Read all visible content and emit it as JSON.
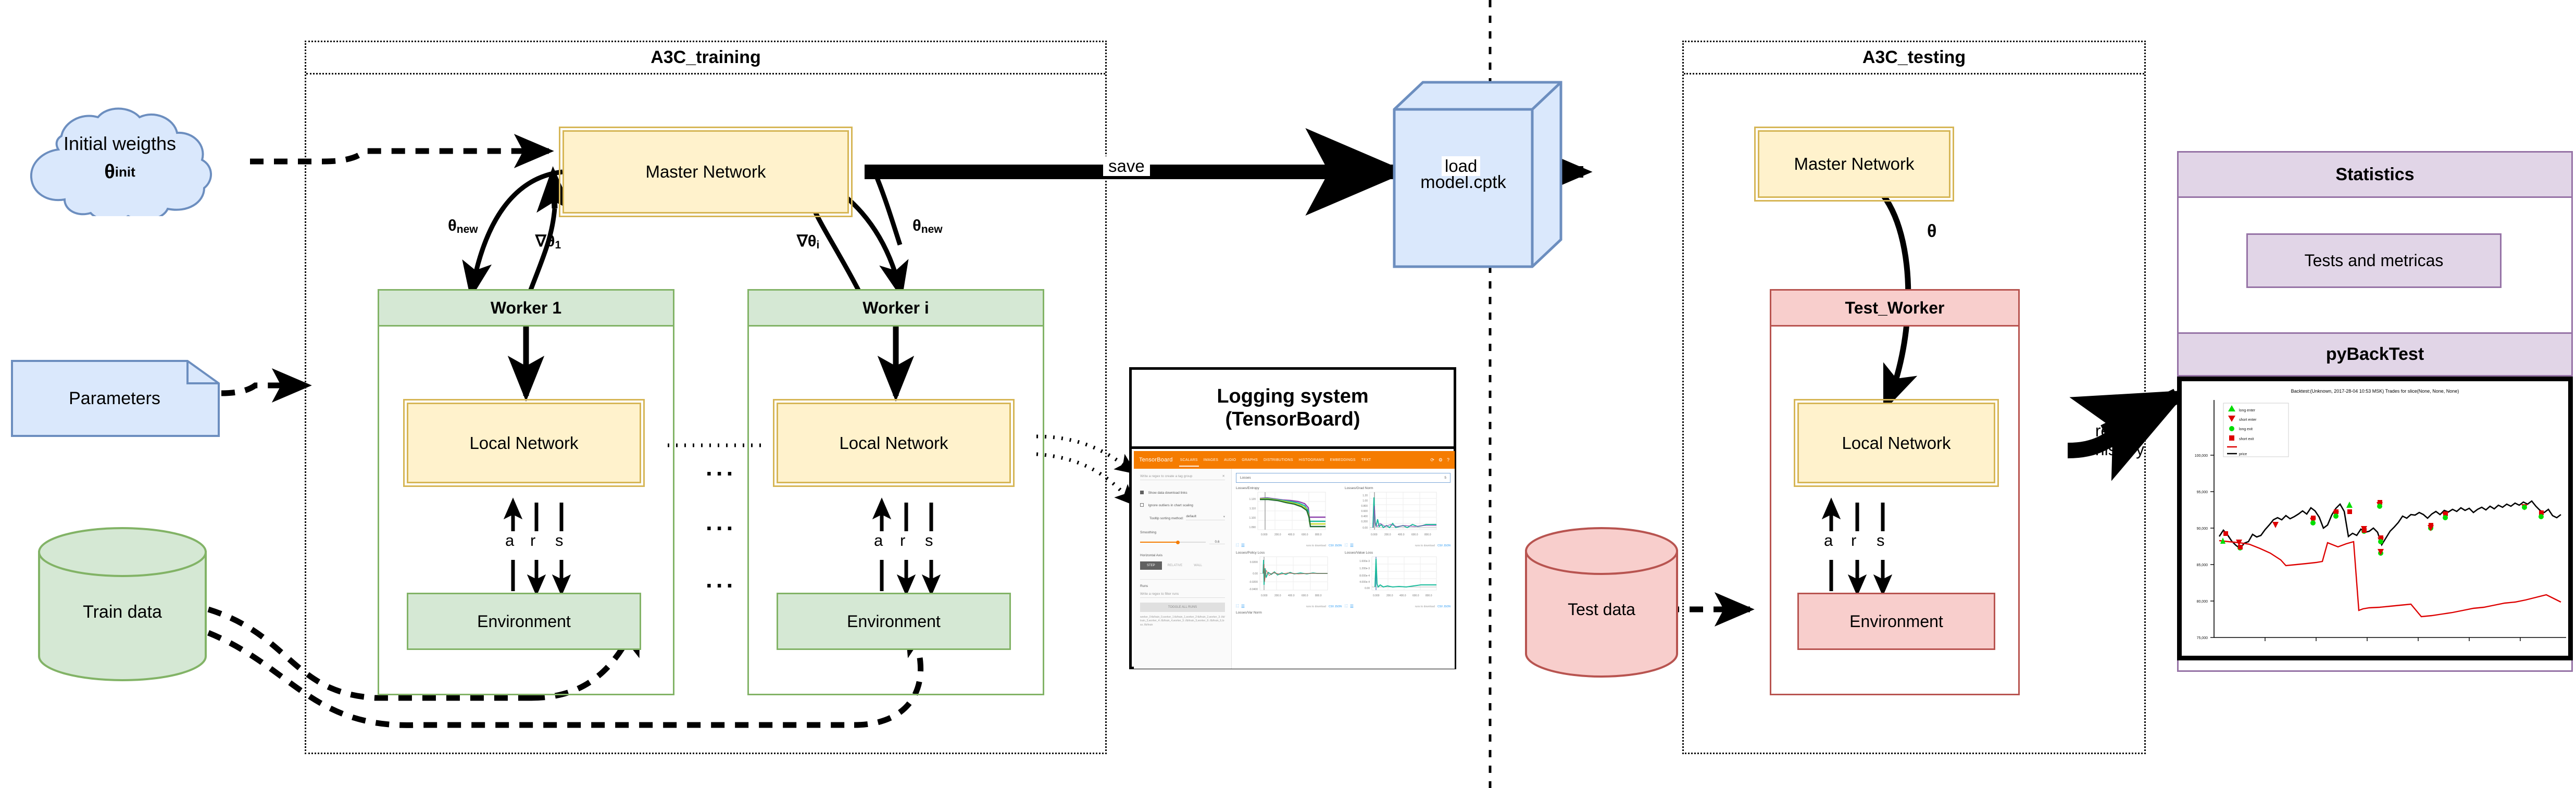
{
  "training": {
    "title": "A3C_training",
    "master_network": "Master Network",
    "theta_new_left": "θ",
    "theta_new_left_sub": "new",
    "theta_new_right": "θ",
    "theta_new_right_sub": "new",
    "grad_1": "∇θ",
    "grad_1_sub": "1",
    "grad_i": "∇θ",
    "grad_i_sub": "i",
    "workers": [
      {
        "name": "Worker 1",
        "local_network": "Local Network",
        "environment": "Environment",
        "signal_a": "a",
        "signal_r": "r",
        "signal_s": "s"
      },
      {
        "name": "Worker i",
        "local_network": "Local Network",
        "environment": "Environment",
        "signal_a": "a",
        "signal_r": "r",
        "signal_s": "s"
      }
    ],
    "ellipsis": "..."
  },
  "inputs": {
    "initial_weights_line1": "Initial weigths",
    "initial_weights_theta": "θ",
    "initial_weights_sub": "init",
    "parameters": "Parameters",
    "train_data": "Train data"
  },
  "checkpoint": {
    "label": "model.cptk",
    "save_label": "save",
    "load_label": "load"
  },
  "testing": {
    "title": "A3C_testing",
    "master_network": "Master Network",
    "theta": "θ",
    "test_worker": "Test_Worker",
    "local_network": "Local Network",
    "environment": "Environment",
    "signal_a": "a",
    "signal_r": "r",
    "signal_s": "s",
    "test_data": "Test data",
    "results_history_line1": "results",
    "results_history_line2": "history"
  },
  "statistics": {
    "title": "Statistics",
    "tests_and_metrics": "Tests and metricas",
    "pybacktest_title": "pyBackTest"
  },
  "logging": {
    "title_line1": "Logging system",
    "title_line2": "(TensorBoard)",
    "tensorboard": {
      "logo": "TensorBoard",
      "tabs": [
        {
          "label": "SCALARS",
          "active": true
        },
        {
          "label": "IMAGES",
          "active": false
        },
        {
          "label": "AUDIO",
          "active": false
        },
        {
          "label": "GRAPHS",
          "active": false
        },
        {
          "label": "DISTRIBUTIONS",
          "active": false
        },
        {
          "label": "HISTOGRAMS",
          "active": false
        },
        {
          "label": "EMBEDDINGS",
          "active": false
        },
        {
          "label": "TEXT",
          "active": false
        }
      ],
      "icons": {
        "refresh": "⟳",
        "settings": "⚙",
        "help": "?"
      },
      "sidebar": {
        "regex_placeholder": "Write a regex to create a tag group",
        "clear_icon": "✕",
        "checkbox_download": "Show data download links",
        "checkbox_download_checked": true,
        "checkbox_outliers": "Ignore outliers in chart scaling",
        "checkbox_outliers_checked": false,
        "tooltip_label": "Tooltip sorting method:",
        "tooltip_value": "default",
        "smoothing_label": "Smoothing",
        "smoothing_value": "0.6",
        "haxis_label": "Horizontal Axis",
        "haxis_options": [
          "STEP",
          "RELATIVE",
          "WALL"
        ],
        "haxis_selected": "STEP",
        "runs_label": "Runs",
        "runs_filter_placeholder": "Write a regex to filter runs",
        "toggle_runs_button": "TOGGLE ALL RUNS",
        "runs_list": "worker_0:tb/train_0,worker_1:tb/train_1,worker_2:tb/train_2,worker_3:./tb/train_3,worker_4:./tb/train_4,worker_5:./tb/train_5,worker_6:./tb/train_6,loss:./tb/train"
      },
      "group_title": "Losses",
      "group_count": "5",
      "cards": [
        {
          "title": "Losses/Entropy",
          "yticks": [
            "1.120",
            "1.110",
            "1.100",
            "1.090"
          ],
          "xticks": [
            "0.000",
            "200.0",
            "400.0",
            "600.0",
            "800.0"
          ],
          "download": "runs to download",
          "formats": "CSV JSON"
        },
        {
          "title": "Losses/Grad Norm",
          "yticks": [
            "1.20",
            "1.00",
            "0.800",
            "0.600",
            "0.400",
            "0.200",
            "0.00"
          ],
          "xticks": [
            "0.000",
            "200.0",
            "400.0",
            "600.0",
            "800.0"
          ],
          "download": "runs to download",
          "formats": "CSV JSON"
        },
        {
          "title": "Losses/Policy Loss",
          "yticks": [
            "0.0200",
            "0.00",
            "-0.0200",
            "-0.0400"
          ],
          "xticks": [
            "0.000",
            "200.0",
            "400.0",
            "600.0",
            "800.0"
          ],
          "download": "runs to download",
          "formats": "CSV JSON"
        },
        {
          "title": "Losses/Value Loss",
          "yticks": [
            "1.600e-3",
            "1.200e-3",
            "8.000e-4",
            "4.000e-4",
            "0.00"
          ],
          "xticks": [
            "0.000",
            "200.0",
            "400.0",
            "600.0",
            "800.0"
          ],
          "download": "runs to download",
          "formats": "CSV JSON"
        }
      ],
      "card_bottom": "Losses/Var Norm"
    }
  },
  "chart_data": {
    "type": "line",
    "title": "Backtest:(Unknown, 2017-28-04 10:53 MSK) Trades for slice(None, None, None)",
    "xlabel": "",
    "ylabel": "",
    "ylim": [
      74000,
      102000
    ],
    "yticks": [
      75000,
      80000,
      85000,
      90000,
      95000,
      100000
    ],
    "ytick_labels": [
      "75,000",
      "80,000",
      "85,000",
      "90,000",
      "95,000",
      "100,000"
    ],
    "grid": false,
    "legend_position": "upper-left",
    "legend": [
      {
        "label": "long enter",
        "marker": "triangle-up",
        "color": "#00dd00"
      },
      {
        "label": "short enter",
        "marker": "triangle-down",
        "color": "#dd0000"
      },
      {
        "label": "long exit",
        "marker": "circle",
        "color": "#00dd00"
      },
      {
        "label": "short exit",
        "marker": "square",
        "color": "#dd0000"
      },
      {
        "label": "",
        "marker": "line",
        "color": "#dd0000"
      },
      {
        "label": "price",
        "marker": "line",
        "color": "#000000"
      }
    ],
    "series": [
      {
        "name": "price",
        "color": "#000000",
        "x": [
          0,
          2,
          4,
          6,
          8,
          10,
          12,
          14,
          16,
          18,
          20,
          22,
          24,
          26,
          28,
          30,
          32,
          34,
          36,
          38,
          40,
          42,
          44,
          46,
          48,
          50,
          52,
          54,
          56,
          58,
          60,
          62,
          64,
          66,
          68,
          70,
          72,
          74,
          76,
          78,
          80,
          82,
          84,
          86,
          88,
          90,
          92,
          94,
          96,
          98,
          100
        ],
        "y": [
          87900,
          88400,
          87800,
          87000,
          86600,
          86200,
          86900,
          87100,
          88100,
          87700,
          88000,
          88800,
          89400,
          90100,
          90500,
          90100,
          90800,
          90300,
          90600,
          91000,
          91400,
          91000,
          91900,
          91500,
          90600,
          89100,
          89500,
          90900,
          91800,
          92400,
          91400,
          87900,
          88300,
          88000,
          88900,
          88400,
          88600,
          89000,
          88400,
          86700,
          87600,
          88500,
          89200,
          89800,
          90700,
          90400,
          91000,
          90900,
          91300,
          91000,
          90400
        ]
      },
      {
        "name": "equity",
        "color": "#dd0000",
        "x": [
          0,
          4,
          8,
          12,
          16,
          20,
          24,
          28,
          32,
          36,
          40,
          44,
          48,
          50,
          52,
          54,
          56,
          58,
          62,
          66,
          70,
          74,
          78,
          82,
          86,
          90,
          94,
          98,
          100
        ],
        "y": [
          87300,
          87200,
          87100,
          86900,
          86300,
          85700,
          84800,
          85200,
          85100,
          87400,
          86700,
          87300,
          86000,
          79300,
          78700,
          78600,
          78500,
          78400,
          78300,
          78200,
          78000,
          76800,
          76900,
          77200,
          77400,
          77600,
          78600,
          78300,
          78100
        ]
      }
    ],
    "markers": [
      {
        "type": "long enter",
        "x": 0.5,
        "y": 87500
      },
      {
        "type": "short exit",
        "x": 1.5,
        "y": 88100
      },
      {
        "type": "short enter",
        "x": 4.5,
        "y": 87200
      },
      {
        "type": "long exit",
        "x": 5,
        "y": 86900
      },
      {
        "type": "short enter",
        "x": 9,
        "y": 87700
      },
      {
        "type": "short enter",
        "x": 20,
        "y": 90300
      },
      {
        "type": "long exit",
        "x": 20.5,
        "y": 90100
      },
      {
        "type": "short enter",
        "x": 25,
        "y": 91000
      },
      {
        "type": "long exit",
        "x": 25.5,
        "y": 90800
      },
      {
        "type": "long enter",
        "x": 31,
        "y": 92000
      },
      {
        "type": "short exit",
        "x": 33,
        "y": 91200
      },
      {
        "type": "short enter",
        "x": 36,
        "y": 89900
      },
      {
        "type": "long exit",
        "x": 36.5,
        "y": 89500
      },
      {
        "type": "short exit",
        "x": 41,
        "y": 92600
      },
      {
        "type": "short exit",
        "x": 45,
        "y": 88400
      },
      {
        "type": "long exit",
        "x": 45.5,
        "y": 87900
      },
      {
        "type": "long exit",
        "x": 46,
        "y": 86700
      },
      {
        "type": "short exit",
        "x": 62,
        "y": 89300
      },
      {
        "type": "long exit",
        "x": 63,
        "y": 88900
      },
      {
        "type": "short enter",
        "x": 68,
        "y": 90800
      },
      {
        "type": "long exit",
        "x": 68.5,
        "y": 90500
      },
      {
        "type": "short enter",
        "x": 92,
        "y": 91700
      },
      {
        "type": "short exit",
        "x": 96,
        "y": 90900
      },
      {
        "type": "long exit",
        "x": 96.5,
        "y": 90600
      }
    ]
  }
}
